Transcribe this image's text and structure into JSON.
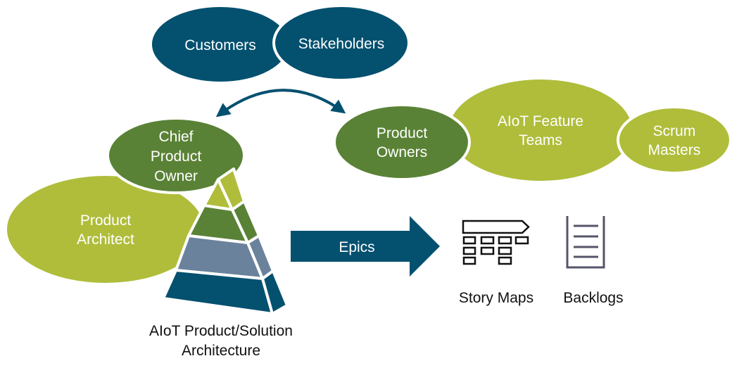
{
  "colors": {
    "navy": "#03506f",
    "dark_green": "#5a8236",
    "light_green": "#afbd3a",
    "slate_blue": "#6a829c",
    "icon_gray": "#55556a",
    "text_dark": "#111111"
  },
  "nodes": {
    "customers": "Customers",
    "stakeholders": "Stakeholders",
    "chief_po": [
      "Chief",
      "Product",
      "Owner"
    ],
    "product_architect": [
      "Product",
      "Architect"
    ],
    "product_owners": [
      "Product",
      "Owners"
    ],
    "feature_teams": [
      "AIoT Feature",
      "Teams"
    ],
    "scrum_masters": [
      "Scrum",
      "Masters"
    ]
  },
  "pyramid": {
    "label": [
      "AIoT Product/Solution",
      "Architecture"
    ],
    "layers": [
      "top",
      "upper",
      "middle",
      "base"
    ]
  },
  "epics_arrow": {
    "label": "Epics"
  },
  "outputs": {
    "story_maps": {
      "label": "Story Maps",
      "icon": "story-map-icon"
    },
    "backlogs": {
      "label": "Backlogs",
      "icon": "backlog-icon"
    }
  }
}
